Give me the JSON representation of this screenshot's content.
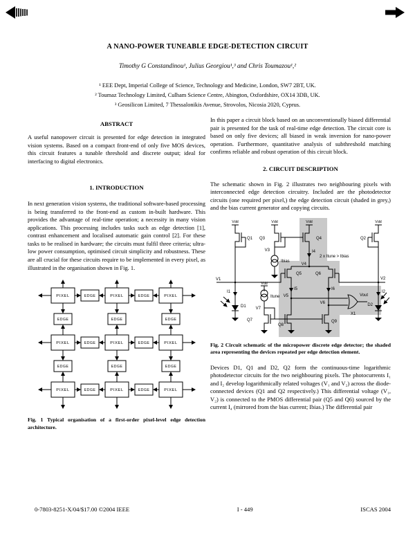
{
  "icons": {
    "prev": "page-back-arrow",
    "next": "page-forward-arrow"
  },
  "header": {
    "title": "A NANO-POWER TUNEABLE EDGE-DETECTION CIRCUIT",
    "authors": "Timothy G Constandinou¹, Julius Georgiou¹,³ and Chris Toumazou¹,²",
    "affiliations": [
      "¹ EEE Dept, Imperial College of Science, Technology and Medicine, London, SW7 2BT, UK.",
      "² Toumaz Technology Limited, Culham Science Centre, Abington, Oxfordshire, OX14 3DB, UK.",
      "³ Geosilicon Limited, 7 Thessalonikis Avenue, Strovolos, Nicosia 2020, Cyprus."
    ]
  },
  "abstract": {
    "heading": "ABSTRACT",
    "body": "A useful nanopower circuit is presented for edge detection in integrated vision systems. Based on a compact front-end of only five MOS devices, this circuit features a tunable threshold and discrete output; ideal for interfacing to digital electronics."
  },
  "introduction": {
    "heading": "1.  INTRODUCTION",
    "body": "In next generation vision systems, the traditional software-based processing is being transferred to the front-end as custom in-built hardware. This provides the advantage of real-time operation; a necessity in many vision applications. This processing includes tasks such as edge detection [1], contrast enhancement and localised automatic gain control [2]. For these tasks to be realised in hardware; the circuits must fulfil three criteria; ultra-low power consumption, optimised circuit simplicity and robustness. These are all crucial for these circuits require to be implemented in every pixel, as illustrated in the organisation shown in Fig. 1."
  },
  "fig1": {
    "pixel_label": "PIXEL",
    "edge_label": "EDGE",
    "edge_fill": "#b9b9b9",
    "caption": "Fig. 1 Typical organisation of a first-order pixel-level edge detection architecture."
  },
  "right_col": {
    "para1": "In this paper a circuit block based on an unconventionally biased differential pair is presented for the task of real-time edge detection. The circuit core is based on only five devices; all biased in weak inversion for nano-power operation. Furthermore, quantitative analysis of subthreshold matching confirms reliable and robust operation of this circuit block.",
    "section2_heading": "2.  CIRCUIT DESCRIPTION",
    "para2": "The schematic shown in Fig. 2 illustrates two neighbouring pixels with interconnected edge detection circuitry. Included are the photodetector circuits (one required per pixel,) the edge detection circuit (shaded in grey,) and the bias current generator and copying circuits.",
    "para3": "Devices D1, Q1 and D2, Q2 form the continuous-time logarithmic photodetector circuits for the two neighbouring pixels. The photocurrents I₁ and I₂ develop logarithmically related voltages (V₁ and V₂) across the diode-connected devices (Q1 and Q2 respectively.) This differential voltage (V₁, V₂) is connected to the PMOS differential pair (Q5 and Q6) sourced by the current I₄ (mirrored from the bias current; Ibias.) The differential pair"
  },
  "fig2": {
    "shade_color": "#c9c9c9",
    "caption": "Fig. 2 Circuit schematic of the micropower discrete edge detector; the shaded area representing the devices repeated per edge detection element.",
    "labels": {
      "vdd": "Vdd",
      "q1": "Q1",
      "q2": "Q2",
      "q3": "Q3",
      "q4": "Q4",
      "q5": "Q5",
      "q6": "Q6",
      "q7": "Q7",
      "q8": "Q8",
      "q9": "Q9",
      "v1": "V1",
      "v2": "V2",
      "v3": "V3",
      "v4": "V4",
      "v5": "V5",
      "v6": "V6",
      "v7": "V7",
      "i1": "I1",
      "i2": "I2",
      "i4": "I4",
      "i5": "I5",
      "i6": "I6",
      "ibias": "Ibias",
      "itune": "Itune",
      "vout": "Vout",
      "x1": "X1",
      "d1": "D1",
      "d2": "D2",
      "note": "2 x Itune > Ibias"
    }
  },
  "footer": {
    "copyright": "0-7803-8251-X/04/$17.00 ©2004 IEEE",
    "page_number": "I - 449",
    "conference": "ISCAS 2004"
  }
}
